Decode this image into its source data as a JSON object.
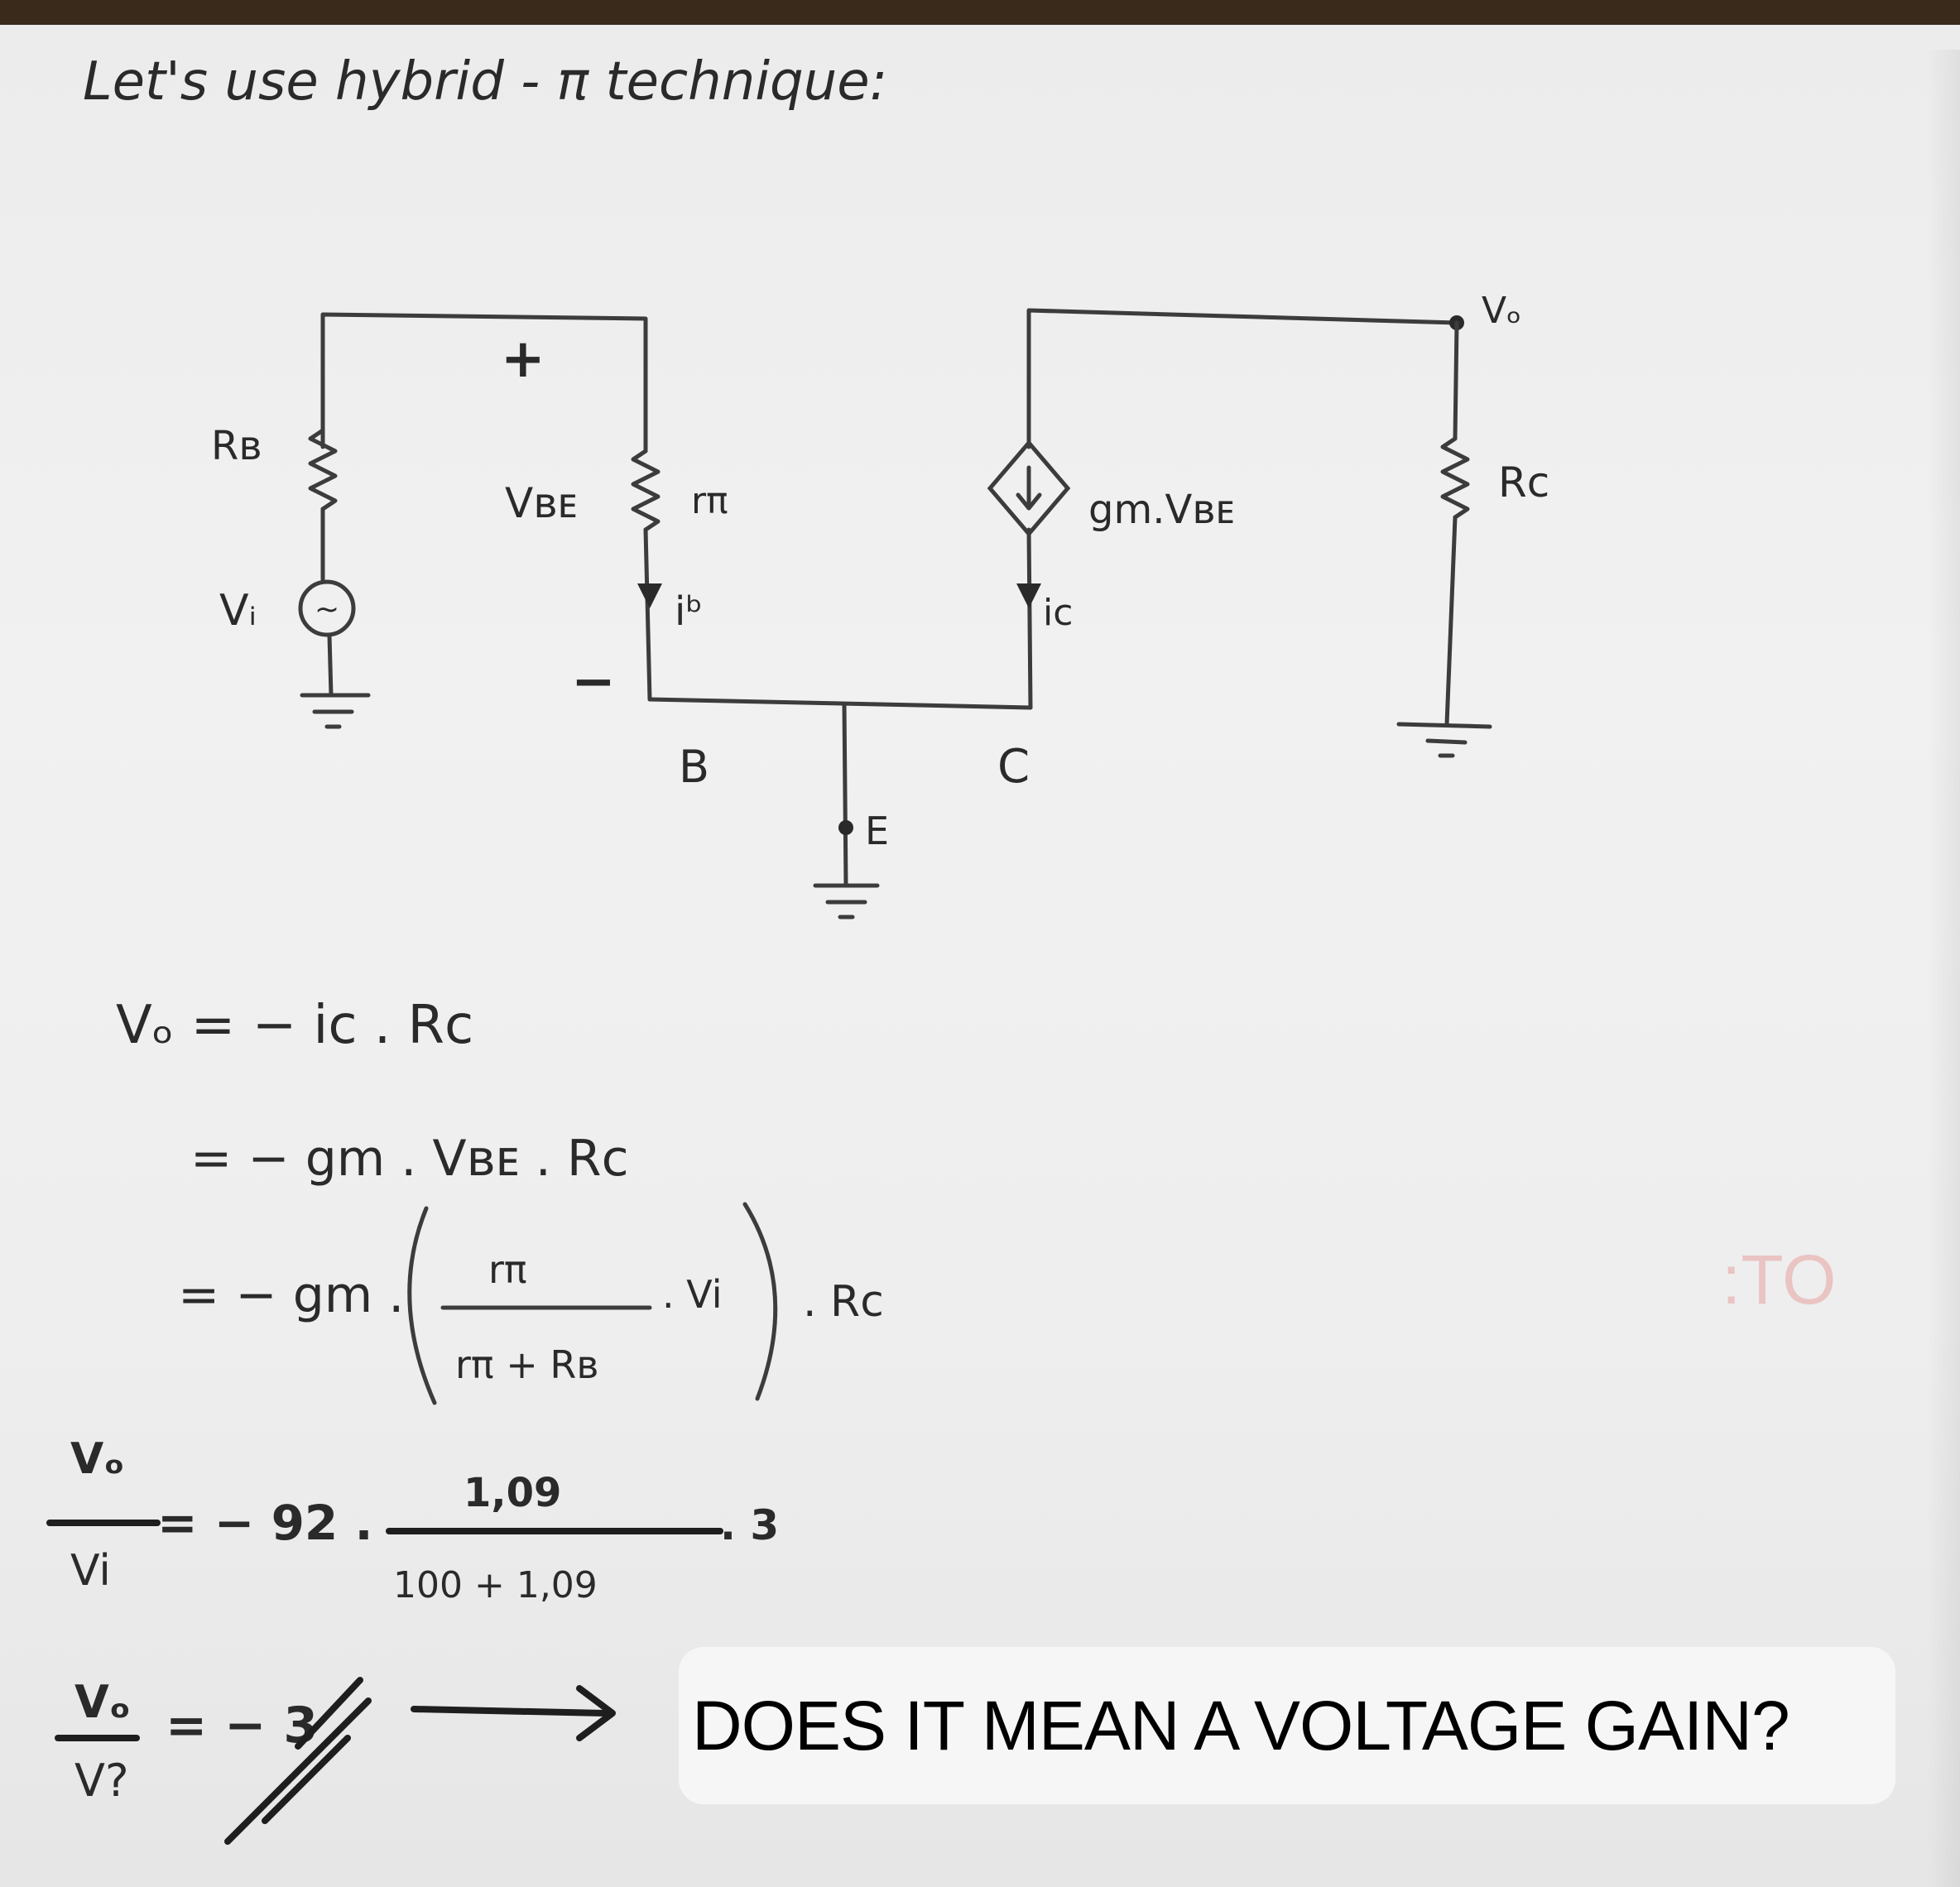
{
  "heading": "Let's use hybrid - π technique:",
  "circuit": {
    "rb_label": "Rʙ",
    "vi_label": "Vᵢ",
    "source_symbol": "~",
    "plus_sign": "+",
    "minus_sign": "−",
    "vbe_label": "Vʙᴇ",
    "rpi_label": "rπ",
    "ib_label": "iᵇ",
    "b_label": "B",
    "c_label": "C",
    "e_label": "E",
    "gm_label": "gm.Vʙᴇ",
    "ic_label": "ic",
    "vo_label": "Vₒ",
    "rc_label": "Rc"
  },
  "equations": {
    "line1": "Vₒ = − ic . Rc",
    "line2": "= − gm . Vʙᴇ . Rc",
    "line3_prefix": "= − gm .",
    "line3_num": "rπ",
    "line3_den": "rπ + Rʙ",
    "line3_vi": ". Vi",
    "line3_suffix": ". Rc",
    "ratio_num": "Vₒ",
    "ratio_den": "Vi",
    "line4_rhs": "= − 92 .",
    "line4_num": "1,09",
    "line4_den": "100 + 1,09",
    "line4_tail": ". 3",
    "result_num": "Vₒ",
    "result_den": "V?",
    "result_rhs": "= − 3"
  },
  "question": "DOES IT MEAN A VOLTAGE GAIN?",
  "margin_note": ":TO",
  "colors": {
    "ink": "#2a2a2a",
    "paper": "#eeeeee",
    "red_ink": "#e8a0a0"
  }
}
